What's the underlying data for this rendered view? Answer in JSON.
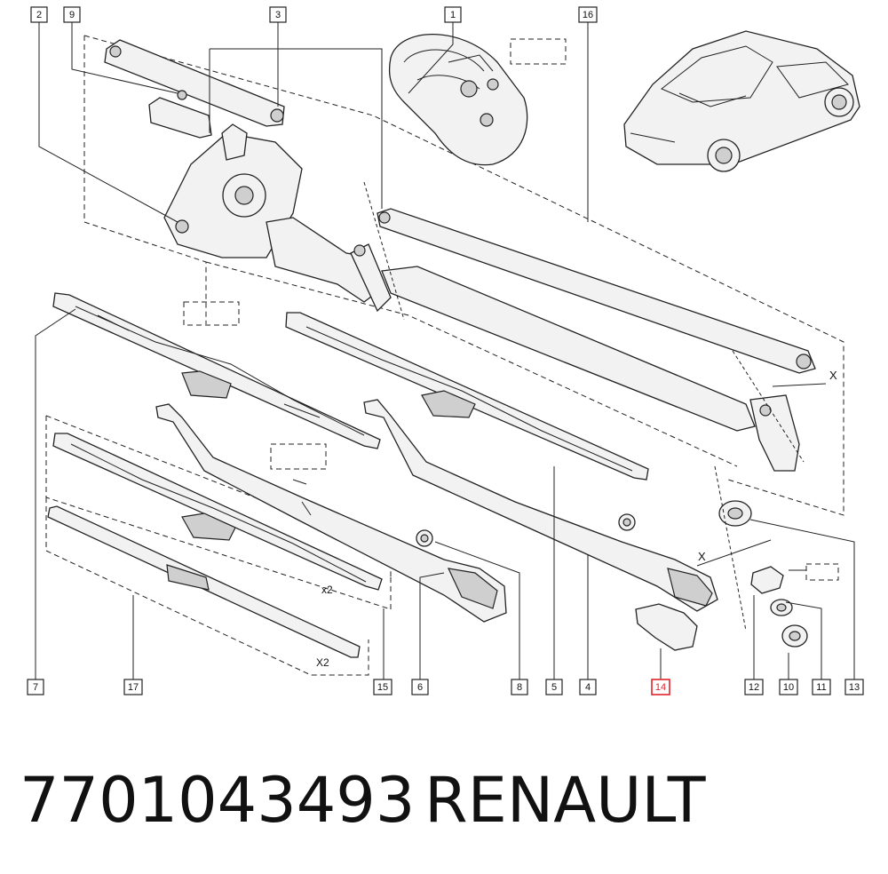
{
  "callouts": [
    {
      "id": "1",
      "label": "1"
    },
    {
      "id": "2",
      "label": "2"
    },
    {
      "id": "3",
      "label": "3"
    },
    {
      "id": "4",
      "label": "4"
    },
    {
      "id": "5",
      "label": "5"
    },
    {
      "id": "6",
      "label": "6"
    },
    {
      "id": "7",
      "label": "7"
    },
    {
      "id": "8",
      "label": "8"
    },
    {
      "id": "9",
      "label": "9"
    },
    {
      "id": "10",
      "label": "10"
    },
    {
      "id": "11",
      "label": "11"
    },
    {
      "id": "12",
      "label": "12"
    },
    {
      "id": "13",
      "label": "13"
    },
    {
      "id": "14",
      "label": "14",
      "highlighted": true
    },
    {
      "id": "15",
      "label": "15"
    },
    {
      "id": "16",
      "label": "16"
    },
    {
      "id": "17",
      "label": "17"
    }
  ],
  "annotations": {
    "qty_blade": "x2",
    "qty_rubber": "X2",
    "axis_x_upper": "X",
    "axis_x_lower": "X"
  },
  "footer": {
    "part_number": "7701043493",
    "brand": "RENAULT"
  },
  "colors": {
    "highlight": "#e0242a",
    "line": "#222222"
  }
}
